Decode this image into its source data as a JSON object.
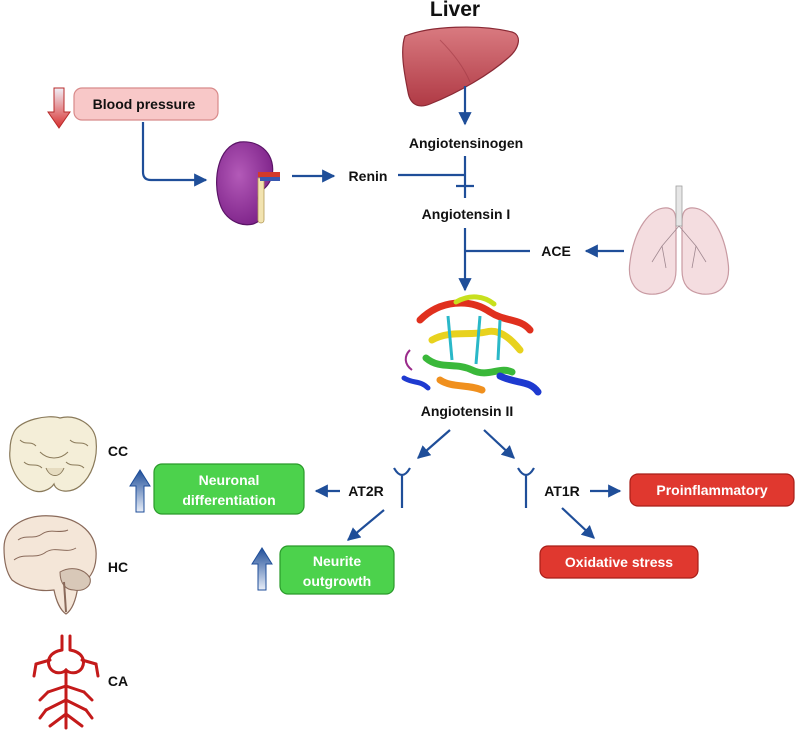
{
  "title": "Liver",
  "nodes": {
    "angiotensinogen": "Angiotensinogen",
    "renin": "Renin",
    "angiotensin_i": "Angiotensin I",
    "ace": "ACE",
    "angiotensin_ii": "Angiotensin II",
    "at2r": "AT2R",
    "at1r": "AT1R"
  },
  "boxes": {
    "blood_pressure": "Blood pressure",
    "neuronal_differentiation": [
      "Neuronal",
      "differentiation"
    ],
    "neurite_outgrowth": [
      "Neurite",
      "outgrowth"
    ],
    "proinflammatory": "Proinflammatory",
    "oxidative_stress": "Oxidative stress"
  },
  "brain_regions": {
    "cc": "CC",
    "hc": "HC",
    "ca": "CA"
  },
  "icons": [
    "liver-icon",
    "kidney-icon",
    "lungs-icon",
    "protein-structure-icon",
    "receptor-icon",
    "coronal-brain-icon",
    "sagittal-brain-icon",
    "cerebral-arteries-icon",
    "up-arrow-icon",
    "down-arrow-icon"
  ],
  "colors": {
    "arrow": "#1f4e99",
    "green_box": "#4cd24c",
    "red_box": "#e0382f",
    "pink_box": "#f8c8c8"
  }
}
